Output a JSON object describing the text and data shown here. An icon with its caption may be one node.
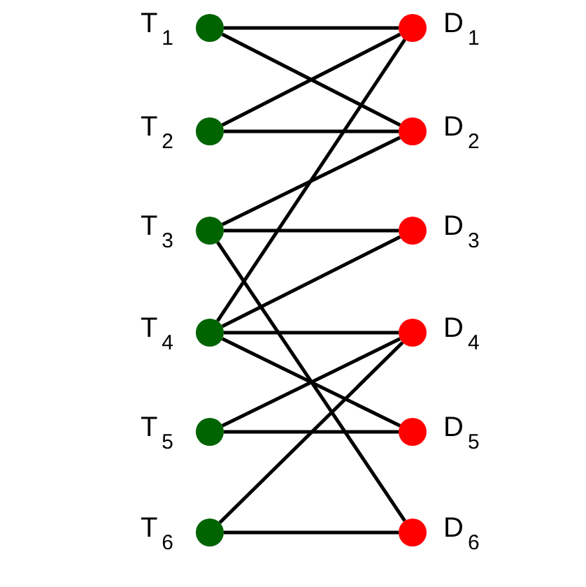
{
  "diagram": {
    "nodes": [
      {
        "text": [],
        "shape": "circle",
        "beside": [
          "T$_{1}$"
        ]
      },
      {
        "text": [],
        "shape": "circle",
        "beside": [
          "T$_{2}$"
        ]
      },
      {
        "text": [],
        "shape": "circle",
        "beside": [
          "T$_{3}$"
        ]
      },
      {
        "text": [],
        "shape": "circle",
        "beside": [
          "T$_{4}$"
        ]
      },
      {
        "text": [],
        "shape": "circle",
        "beside": [
          "T$_{5}$"
        ]
      },
      {
        "text": [],
        "shape": "circle",
        "beside": [
          "T$_{6}$"
        ]
      },
      {
        "text": [],
        "shape": "circle",
        "beside": [
          "D$_{1}$"
        ]
      },
      {
        "text": [],
        "shape": "circle",
        "beside": [
          "D$_{2}$"
        ]
      },
      {
        "text": [],
        "shape": "circle",
        "beside": [
          "D$_{3}$"
        ]
      },
      {
        "text": [],
        "shape": "circle",
        "beside": [
          "D$_{4}$"
        ]
      },
      {
        "text": [],
        "shape": "circle",
        "beside": [
          "D$_{5}$"
        ]
      },
      {
        "text": [],
        "shape": "circle",
        "beside": [
          "D$_{6}$"
        ]
      }
    ],
    "edges": [
      {
        "from": 0,
        "to": 6,
        "arrow": "none"
      },
      {
        "from": 0,
        "to": 7,
        "arrow": "none"
      },
      {
        "from": 1,
        "to": 6,
        "arrow": "none"
      },
      {
        "from": 1,
        "to": 7,
        "arrow": "none"
      },
      {
        "from": 2,
        "to": 7,
        "arrow": "none"
      },
      {
        "from": 2,
        "to": 8,
        "arrow": "none"
      },
      {
        "from": 2,
        "to": 11,
        "arrow": "none"
      },
      {
        "from": 3,
        "to": 6,
        "arrow": "none"
      },
      {
        "from": 3,
        "to": 8,
        "arrow": "none"
      },
      {
        "from": 3,
        "to": 9,
        "arrow": "none"
      },
      {
        "from": 3,
        "to": 10,
        "arrow": "none"
      },
      {
        "from": 4,
        "to": 9,
        "arrow": "none"
      },
      {
        "from": 4,
        "to": 10,
        "arrow": "none"
      },
      {
        "from": 5,
        "to": 9,
        "arrow": "none"
      },
      {
        "from": 5,
        "to": 11,
        "arrow": "none"
      }
    ]
  }
}
